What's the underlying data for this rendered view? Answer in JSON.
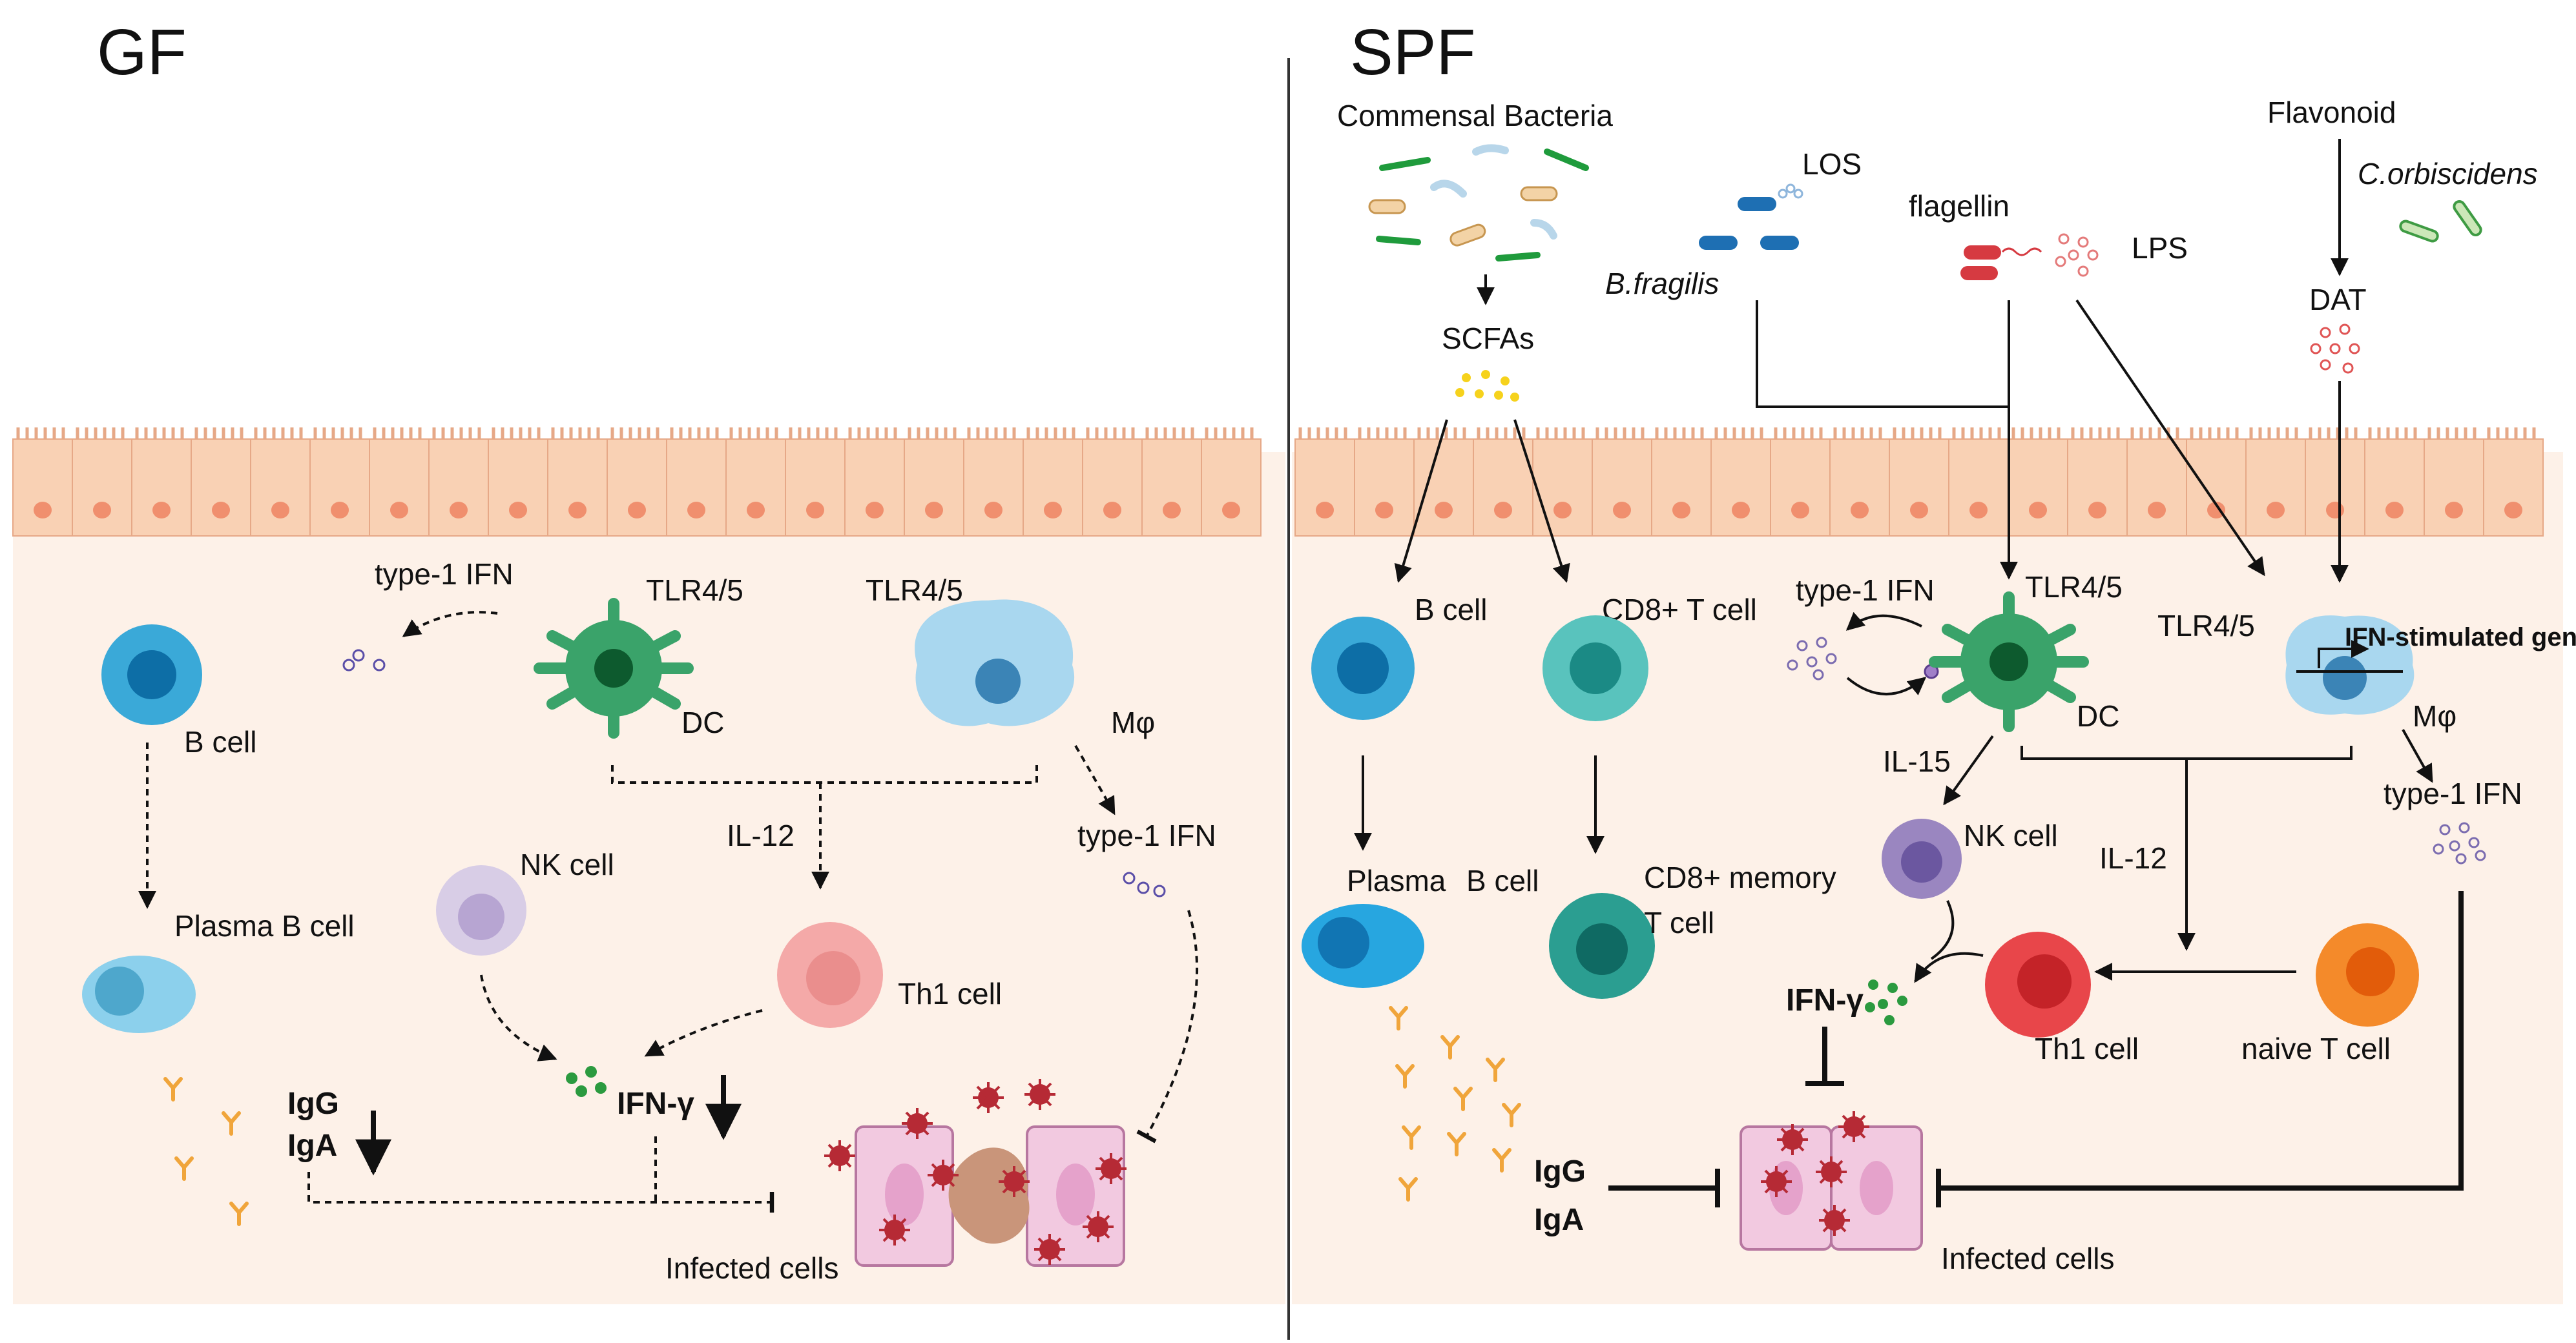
{
  "panels": {
    "gf": {
      "title": "GF",
      "labels": {
        "type1_ifn_top": "type-1 IFN",
        "tlr_dc": "TLR4/5",
        "tlr_mphi": "TLR4/5",
        "b_cell": "B cell",
        "dc": "DC",
        "mphi": "Mφ",
        "il12": "IL-12",
        "type1_ifn_right": "type-1 IFN",
        "nk_cell": "NK cell",
        "plasma_b_cell": "Plasma  B cell",
        "th1_cell": "Th1 cell",
        "igg": "IgG",
        "iga": "IgA",
        "ifn_gamma": "IFN-γ",
        "infected_cells": "Infected cells"
      }
    },
    "spf": {
      "title": "SPF",
      "labels": {
        "commensal_bacteria": "Commensal Bacteria",
        "scfas": "SCFAs",
        "los": "LOS",
        "b_fragilis": "B.fragilis",
        "flagellin": "flagellin",
        "lps": "LPS",
        "flavonoid": "Flavonoid",
        "c_orbiscidens": "C.orbiscidens",
        "dat": "DAT",
        "b_cell": "B cell",
        "cd8_t_cell": "CD8+ T cell",
        "type1_ifn_left": "type-1 IFN",
        "tlr_dc": "TLR4/5",
        "tlr_mphi": "TLR4/5",
        "isg": "IFN-stimulated genes",
        "dc": "DC",
        "mphi": "Mφ",
        "il15": "IL-15",
        "nk_cell": "NK cell",
        "type1_ifn_right": "type-1 IFN",
        "plasma": "Plasma",
        "b_cell2": "B cell",
        "cd8_memory": "CD8+ memory",
        "t_cell": "T cell",
        "il12": "IL-12",
        "ifn_gamma": "IFN-γ",
        "th1_cell": "Th1 cell",
        "naive_t_cell": "naive T cell",
        "igg": "IgG",
        "iga": "IgA",
        "infected_cells": "Infected cells"
      }
    }
  },
  "colors": {
    "tissue_bg": "#fdf1e8",
    "epithelium": "#f9d1b4",
    "epithelium_nucleus": "#f08f6e",
    "b_cell": "#3aa9d8",
    "dc": "#3aa36a",
    "macrophage": "#a9d7ef",
    "nk_cell": "#9a86c0",
    "th1_cell": "#e8464a",
    "naive_t": "#f48a2a",
    "cd8": "#49bdb1",
    "virus": "#b62a35",
    "infected": "#f2c9e0",
    "antibody": "#f0a53b",
    "ifn_gamma": "#2b9a3f",
    "type1_ifn": "#7b6cb0"
  }
}
